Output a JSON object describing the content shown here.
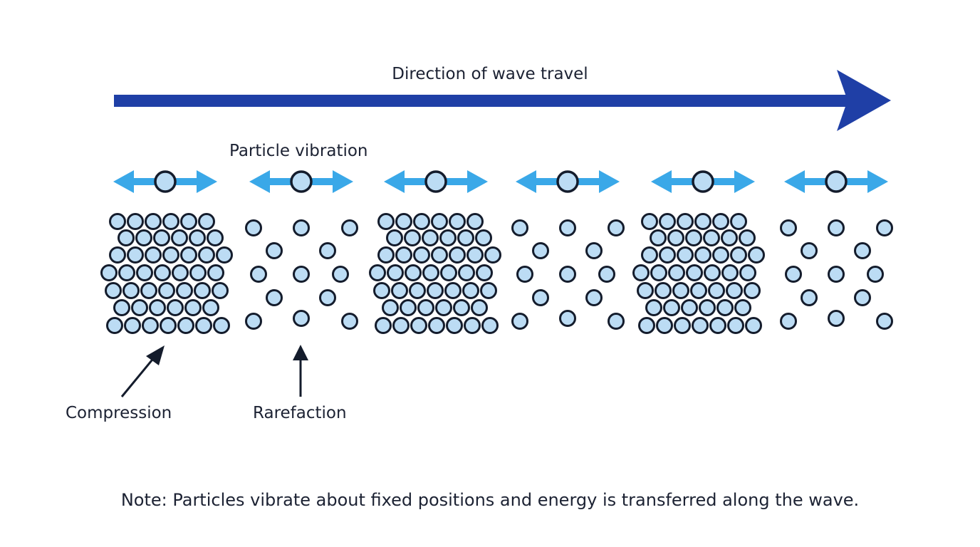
{
  "labels": {
    "direction": "Direction of wave travel",
    "vibration": "Particle vibration",
    "compression": "Compression",
    "rarefaction": "Rarefaction",
    "note": "Note: Particles vibrate about fixed positions and energy is transferred along the wave."
  },
  "colors": {
    "wave_arrow": "#1f3fa6",
    "vibration_arrow": "#3aa8e8",
    "particle_fill": "#bcdcf4",
    "particle_stroke": "#141c2c",
    "pointer_arrow": "#141c2c"
  },
  "regions": [
    "compression",
    "rarefaction",
    "compression",
    "rarefaction",
    "compression",
    "rarefaction"
  ],
  "icons": {
    "wave_arrow": "arrow-right-icon",
    "vibration": "double-arrow-icon",
    "particle": "circle-icon"
  }
}
